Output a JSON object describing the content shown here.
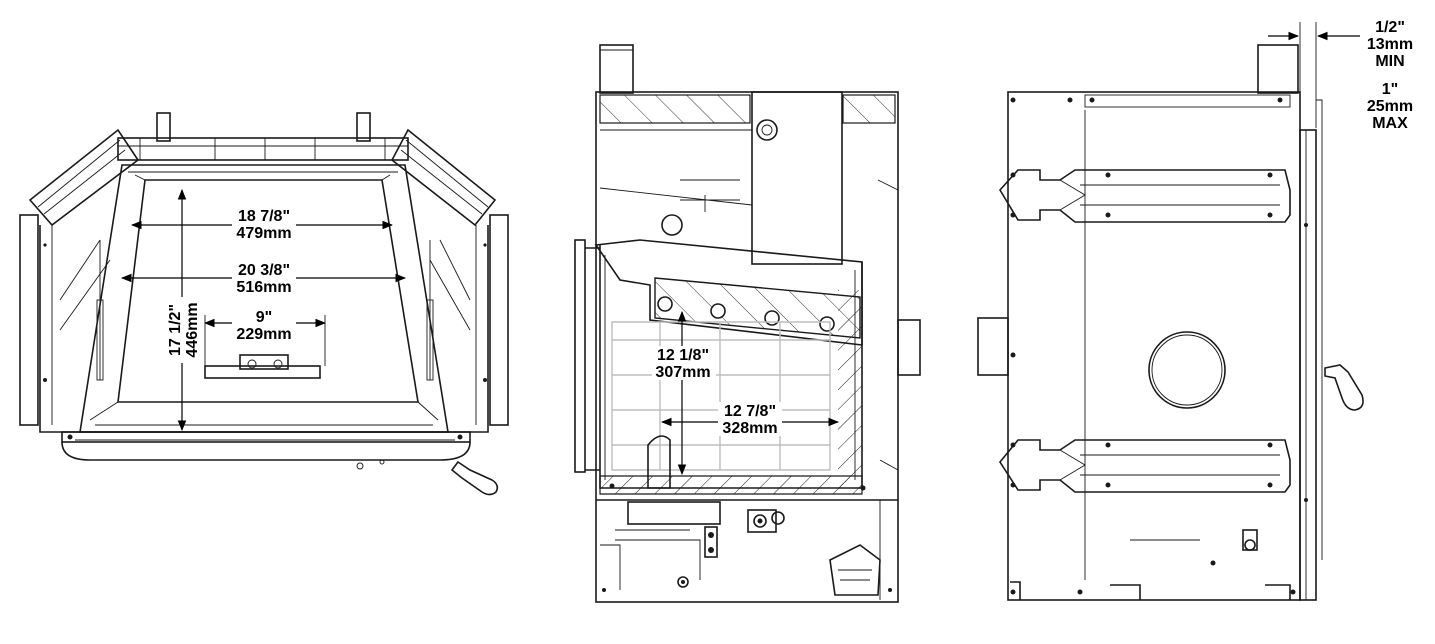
{
  "views": {
    "front": {
      "dim_top_width": {
        "in": "18 7/8\"",
        "mm": "479mm"
      },
      "dim_mid_width": {
        "in": "20 3/8\"",
        "mm": "516mm"
      },
      "dim_inner_width": {
        "in": "9\"",
        "mm": "229mm"
      },
      "dim_height": {
        "in": "17 1/2\"",
        "mm": "446mm"
      }
    },
    "side": {
      "dim_height": {
        "in": "12 1/8\"",
        "mm": "307mm"
      },
      "dim_depth": {
        "in": "12 7/8\"",
        "mm": "328mm"
      }
    },
    "rear": {
      "clearance_min": {
        "in": "1/2\"",
        "mm": "13mm",
        "label": "MIN"
      },
      "clearance_max": {
        "in": "1\"",
        "mm": "25mm",
        "label": "MAX"
      }
    }
  }
}
